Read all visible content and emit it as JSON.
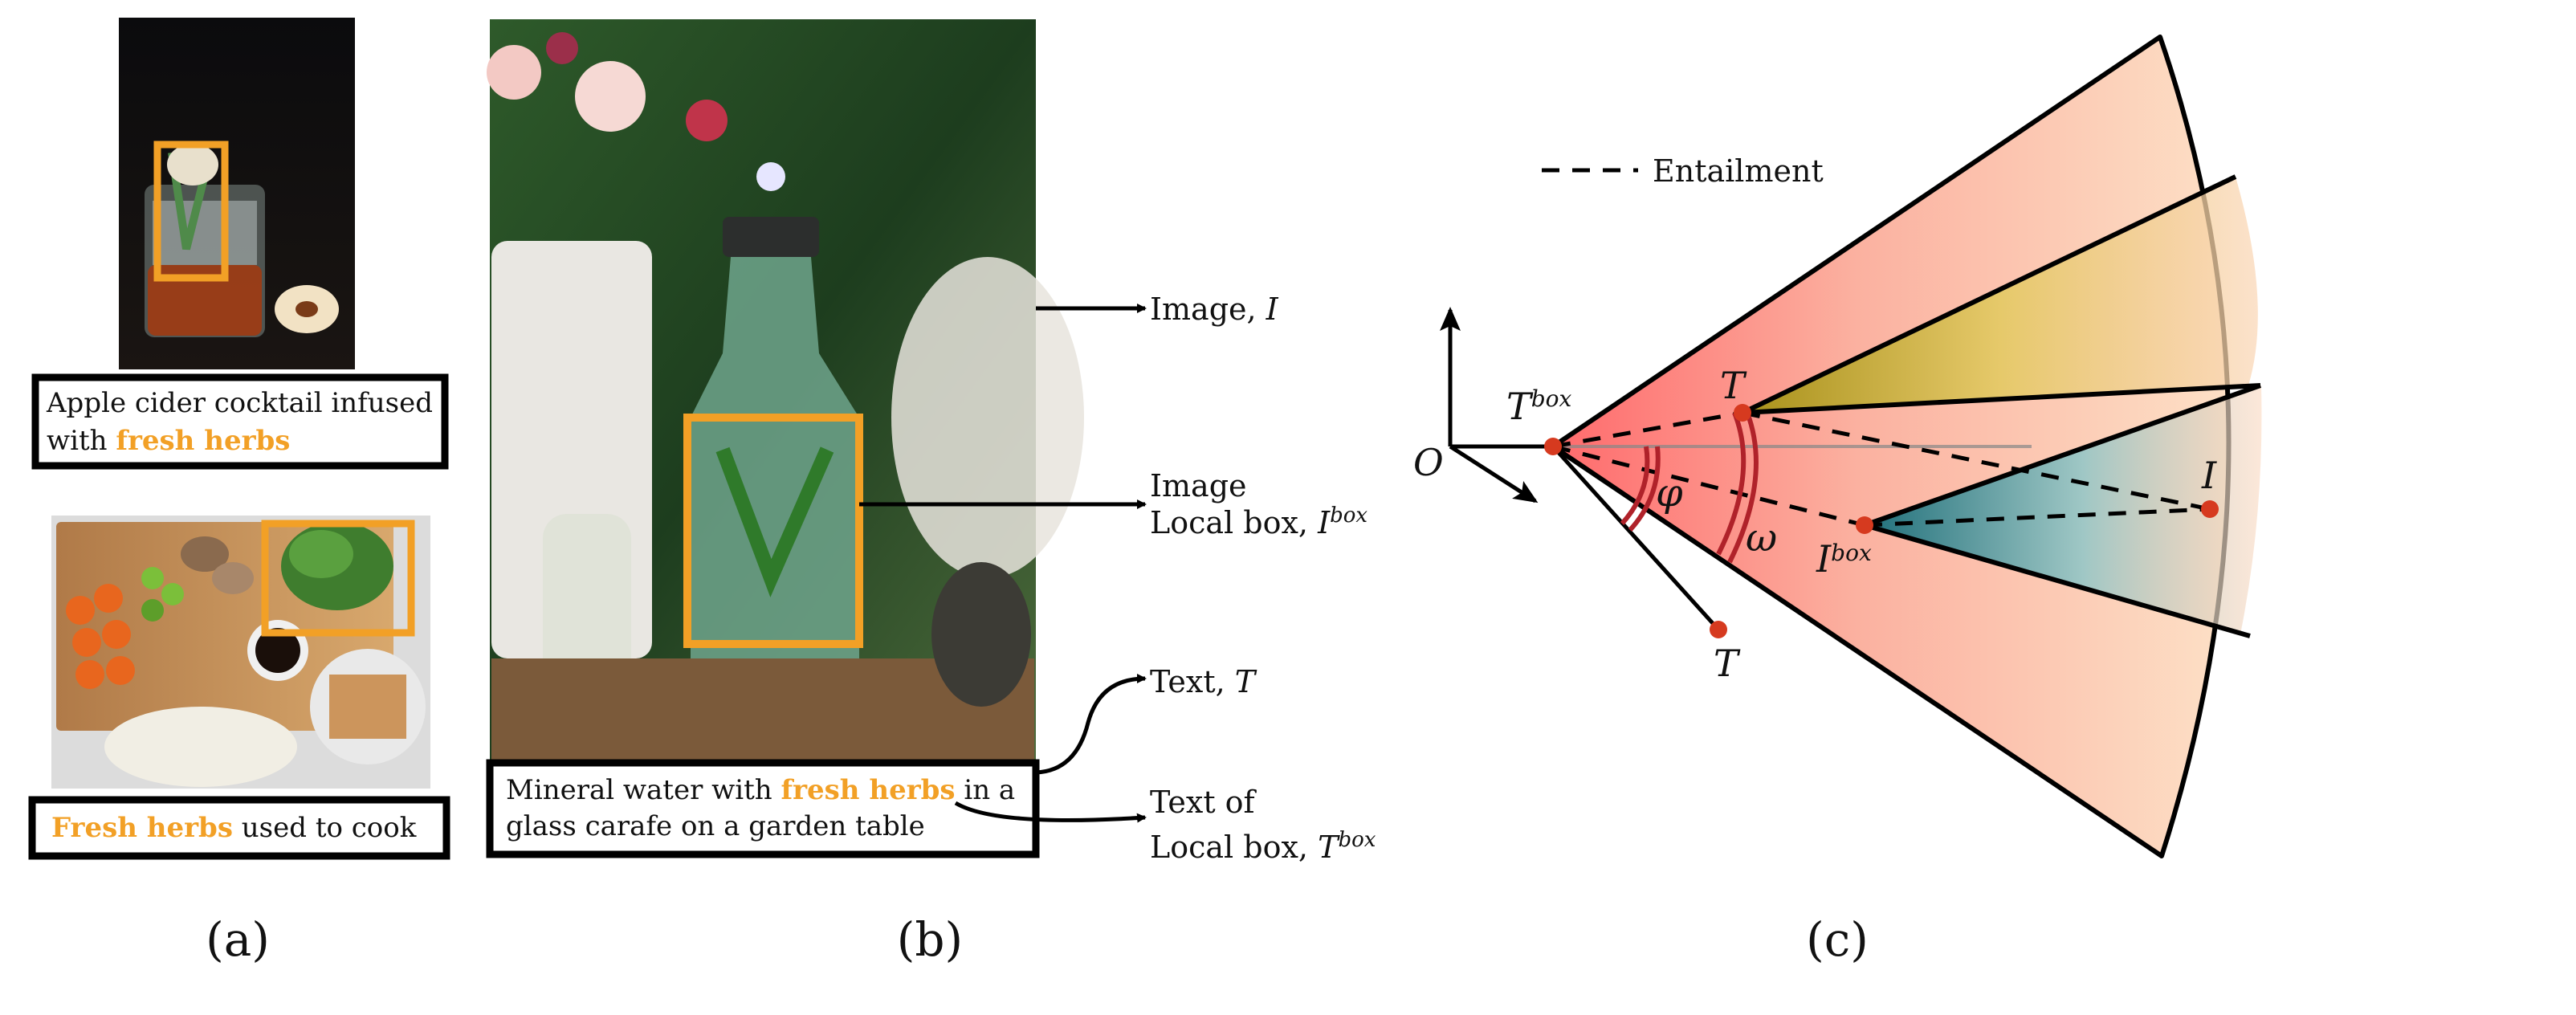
{
  "panel_a": {
    "caption1_line1": "Apple cider cocktail infused",
    "caption1_line2_prefix": "with ",
    "caption1_line2_highlight": "fresh herbs",
    "caption2_highlight": "Fresh herbs",
    "caption2_suffix": " used to cook",
    "label": "(a)"
  },
  "panel_b": {
    "caption_line1_prefix": "Mineral water with ",
    "caption_line1_highlight": "fresh herbs",
    "caption_line1_suffix": " in a",
    "caption_line2": "glass carafe on a garden table",
    "arrow_image_label": "Image, ",
    "arrow_image_symbol": "I",
    "arrow_local_line1": "Image",
    "arrow_local_line2": "Local box, ",
    "arrow_local_symbol": "I",
    "arrow_local_sup": "box",
    "arrow_text_label": "Text, ",
    "arrow_text_symbol": "T",
    "arrow_textlocal_line1": "Text of",
    "arrow_textlocal_line2": "Local box, ",
    "arrow_textlocal_symbol": "T",
    "arrow_textlocal_sup": "box",
    "label": "(b)"
  },
  "panel_c": {
    "legend": "Entailment",
    "origin": "O",
    "t_box": "T",
    "t_box_sup": "box",
    "t_upper": "T",
    "t_lower": "T",
    "i_box": "I",
    "i_box_sup": "box",
    "i_point": "I",
    "phi": "φ",
    "omega": "ω",
    "label": "(c)"
  },
  "colors": {
    "highlight": "#f2a026",
    "cone_red": "#ff6b6b",
    "cone_peach": "#fdd9bd",
    "point_red": "#d63a1f",
    "olive": "#b79a1d",
    "teal": "#2a7c85"
  }
}
